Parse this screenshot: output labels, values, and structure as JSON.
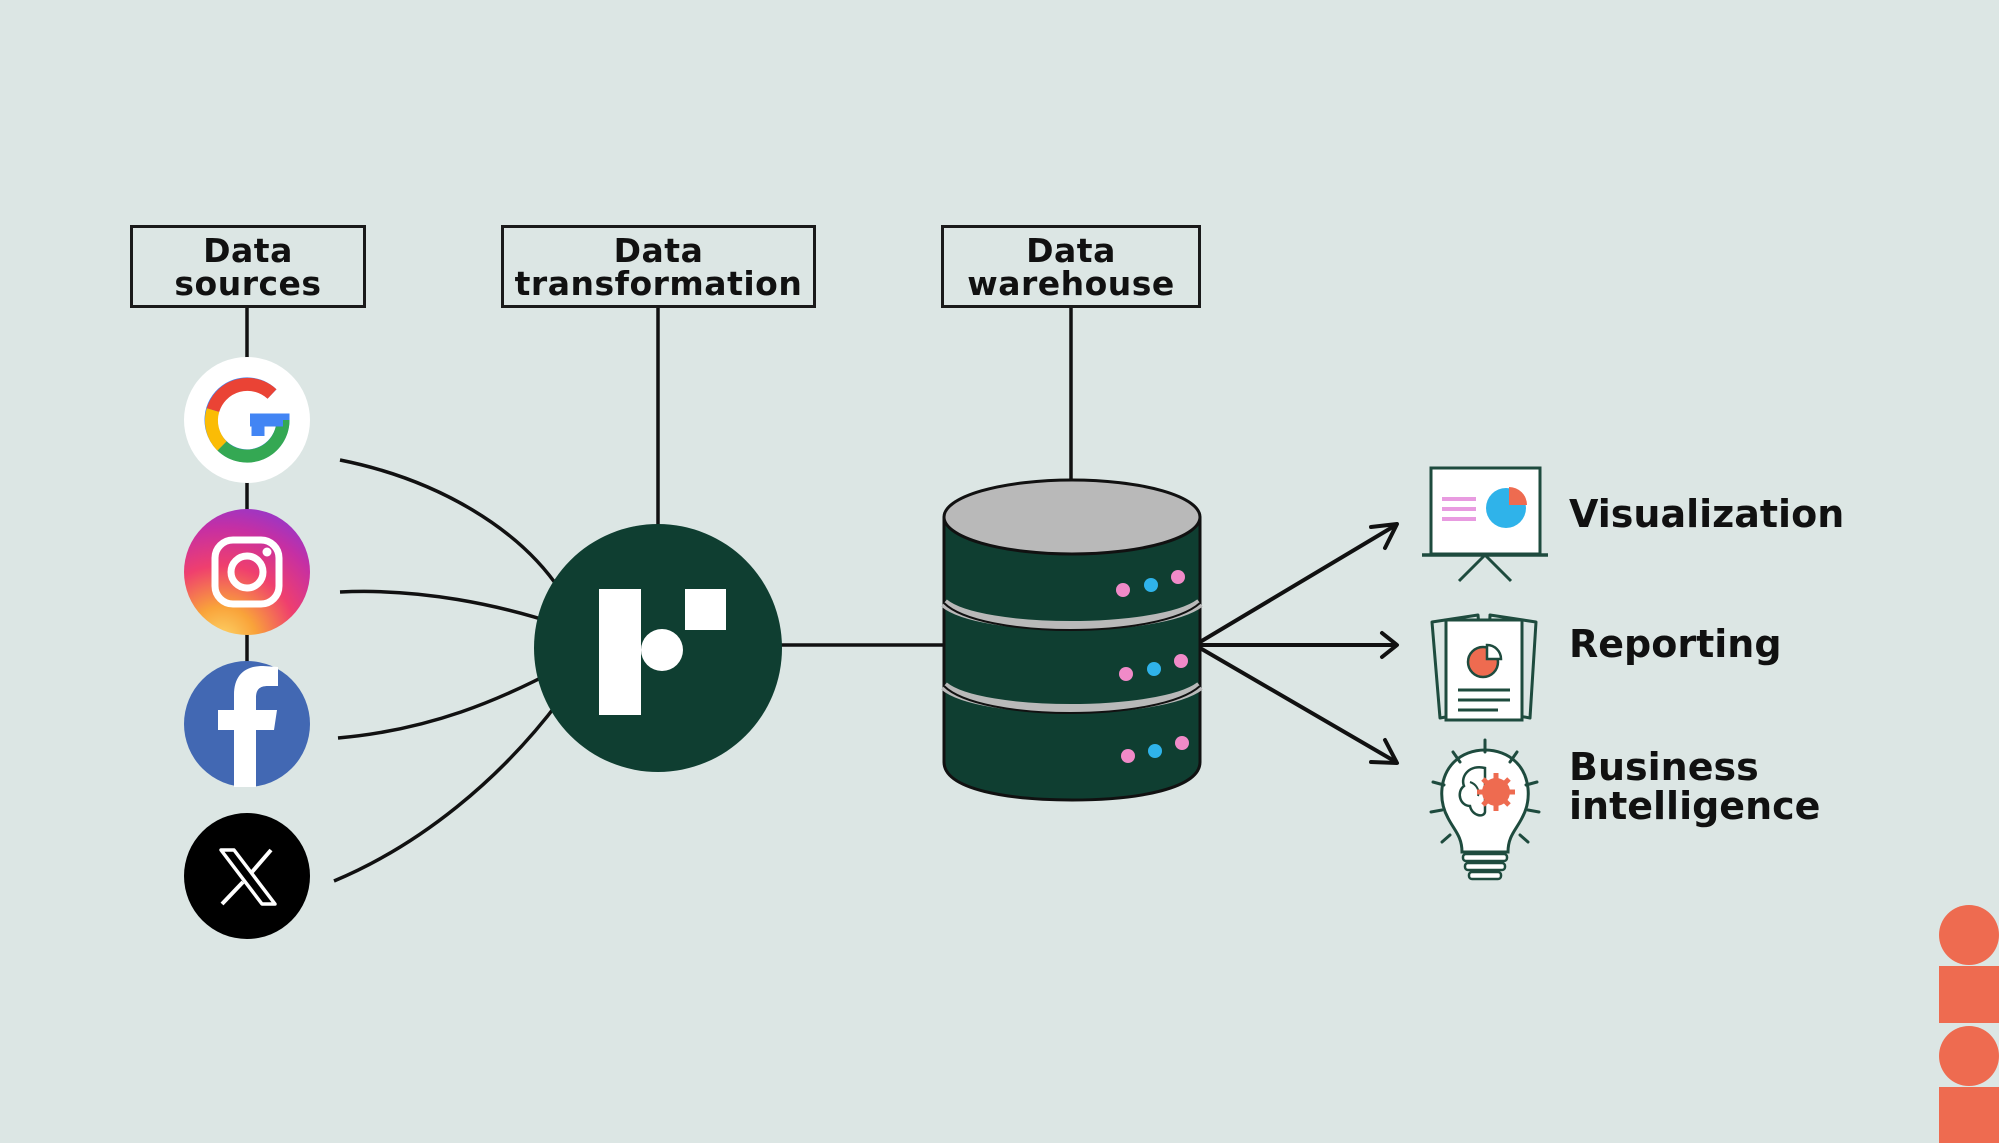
{
  "headers": {
    "sources": {
      "line1": "Data",
      "line2": "sources"
    },
    "transformation": {
      "line1": "Data",
      "line2": "transformation"
    },
    "warehouse": {
      "line1": "Data",
      "line2": "warehouse"
    }
  },
  "sources": [
    {
      "name": "Google",
      "icon": "google-icon"
    },
    {
      "name": "Instagram",
      "icon": "instagram-icon"
    },
    {
      "name": "Facebook",
      "icon": "facebook-icon"
    },
    {
      "name": "X",
      "icon": "x-icon"
    }
  ],
  "outputs": {
    "visualization": "Visualization",
    "reporting": "Reporting",
    "bi_line1": "Business",
    "bi_line2": "intelligence"
  },
  "colors": {
    "background": "#dce6e4",
    "dark_green": "#0f3e31",
    "accent": "#ee6b50",
    "pink": "#f08ac8",
    "blue": "#2fb3ea"
  }
}
